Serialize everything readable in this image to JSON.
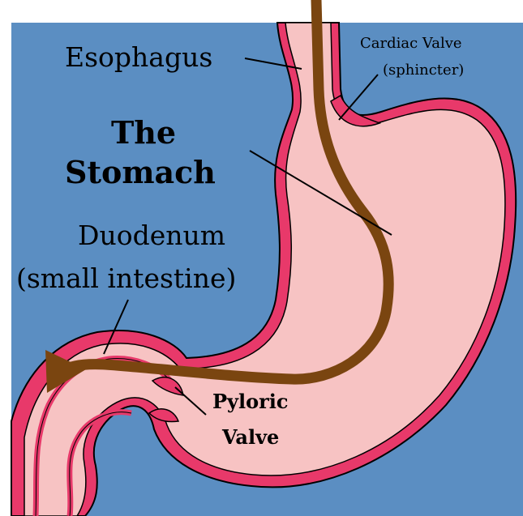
{
  "labels": {
    "esophagus": "Esophagus",
    "cardiac_line1": "Cardiac Valve",
    "cardiac_line2": "(sphincter)",
    "stomach_line1": "The",
    "stomach_line2": "Stomach",
    "duodenum_line1": "Duodenum",
    "duodenum_line2": "(small intestine)",
    "pyloric_line1": "Pyloric",
    "pyloric_line2": "Valve"
  },
  "colors": {
    "background": "#5b8ec2",
    "organ_fill": "#f7c3c3",
    "organ_wall": "#e8396a",
    "outline": "#000000",
    "food_path": "#7a4510",
    "leader_line": "#000000"
  },
  "icons": {
    "food_path_arrow": "arrow-head-left"
  }
}
